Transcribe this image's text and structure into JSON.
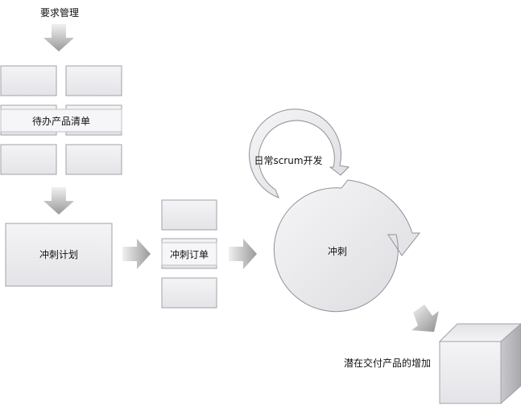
{
  "labels": {
    "requirements": "要求管理",
    "backlog": "待办产品清单",
    "sprint_planning": "冲刺计划",
    "sprint_backlog": "冲刺订单",
    "daily_scrum": "日常scrum开发",
    "sprint": "冲刺",
    "increment": "潜在交付产品的增加"
  },
  "colors": {
    "box_fill": "#ececef",
    "box_stroke": "#a0a0a8",
    "arrow_light": "#f2f2f2",
    "arrow_dark": "#9a9a9a",
    "circle_fill": "#ebebee",
    "circle_stroke": "#909098"
  }
}
